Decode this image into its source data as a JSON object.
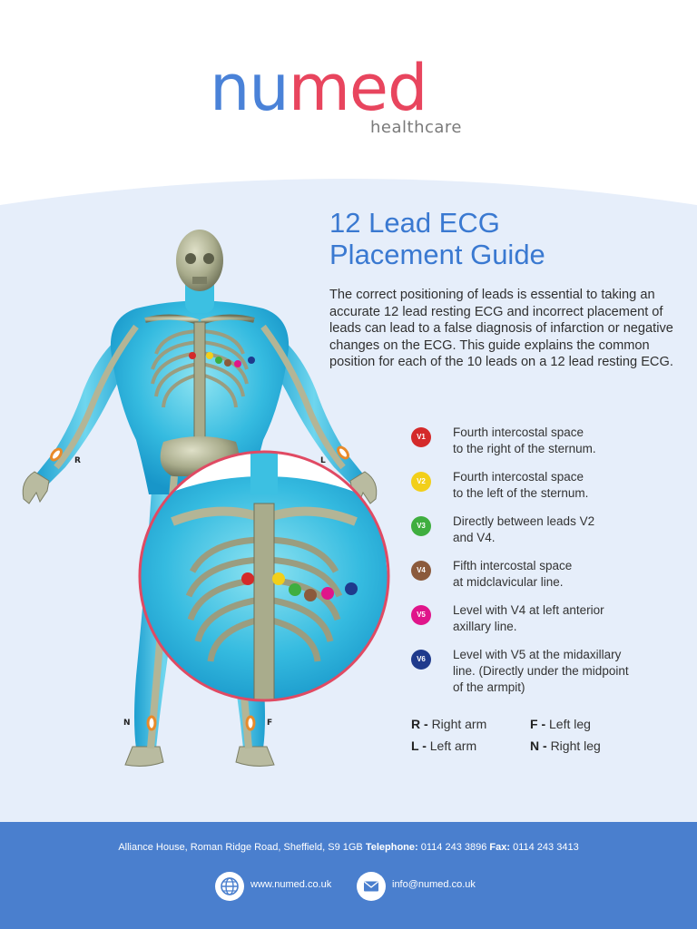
{
  "brand": {
    "name_part1": "nu",
    "name_part2": "med",
    "tagline": "healthcare",
    "colors": {
      "blue": "#4a82d8",
      "pink": "#e8455e",
      "panel": "#e6eefa",
      "footer": "#4a7fce"
    }
  },
  "guide": {
    "title_line1": "12 Lead ECG",
    "title_line2": "Placement Guide",
    "intro": "The correct positioning of leads is essential to taking an accurate 12 lead resting ECG and incorrect placement of leads can lead to a false diagnosis of infarction or negative changes on the ECG. This guide explains the common position for each of the 10 leads on a 12 lead resting ECG."
  },
  "leads": [
    {
      "code": "V1",
      "color": "#d42a2a",
      "line1": "Fourth intercostal space",
      "line2": "to the right of the sternum."
    },
    {
      "code": "V2",
      "color": "#f2cf1a",
      "line1": "Fourth intercostal space",
      "line2": "to the left of the sternum."
    },
    {
      "code": "V3",
      "color": "#3fae3f",
      "line1": "Directly between leads V2",
      "line2": "and V4."
    },
    {
      "code": "V4",
      "color": "#8b5a3c",
      "line1": "Fifth intercostal space",
      "line2": "at midclavicular line."
    },
    {
      "code": "V5",
      "color": "#e0158a",
      "line1": "Level with V4 at left anterior",
      "line2": "axillary line."
    },
    {
      "code": "V6",
      "color": "#1f3a8c",
      "line1": "Level with V5 at the midaxillary",
      "line2": "line. (Directly under the midpoint",
      "line3": "of the armpit)"
    }
  ],
  "limbs": [
    {
      "letter": "R -",
      "desc": "Right arm"
    },
    {
      "letter": "F -",
      "desc": "Left leg"
    },
    {
      "letter": "L -",
      "desc": "Left arm"
    },
    {
      "letter": "N -",
      "desc": "Right leg"
    }
  ],
  "figure_labels": {
    "r": "R",
    "l": "L",
    "n": "N",
    "f": "F"
  },
  "footer": {
    "address": "Alliance House, Roman Ridge Road, Sheffield, S9 1GB",
    "phone_label": "Telephone:",
    "phone": "0114 243 3896",
    "fax_label": "Fax:",
    "fax": "0114 243 3413",
    "website": "www.numed.co.uk",
    "email": "info@numed.co.uk"
  }
}
